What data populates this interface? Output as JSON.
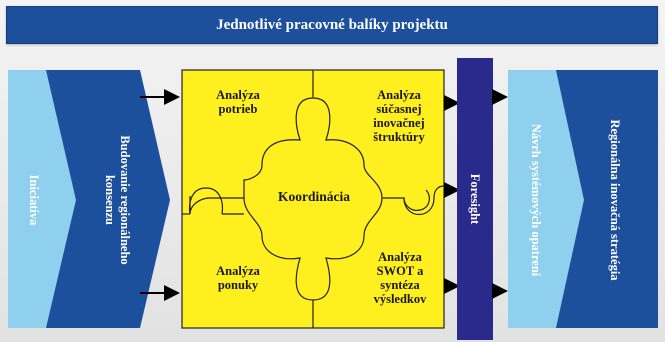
{
  "header": {
    "title": "Jednotlivé pracovné balíky projektu"
  },
  "left_block": {
    "initiative": "Iniciatíva",
    "consensus_line1": "Budovanie regionálneho",
    "consensus_line2": "konsenzu"
  },
  "puzzle": {
    "top_left": [
      "Analýza",
      "potrieb"
    ],
    "top_right": [
      "Analýza",
      "súčasnej",
      "inovačnej",
      "štruktúry"
    ],
    "center": "Koordinácia",
    "bottom_left": [
      "Analýza",
      "ponuky"
    ],
    "bottom_right": [
      "Analýza",
      "SWOT a",
      "syntéza",
      "výsledkov"
    ]
  },
  "foresight": {
    "label": "Foresight"
  },
  "right_block": {
    "proposal": "Návrh systémových opatrení",
    "strategy": "Regionálna inovačná stratégia"
  },
  "colors": {
    "dark_blue": "#1c4f9c",
    "light_blue": "#8fd0ee",
    "yellow": "#ffef1f",
    "navy": "#2a2a8c"
  }
}
